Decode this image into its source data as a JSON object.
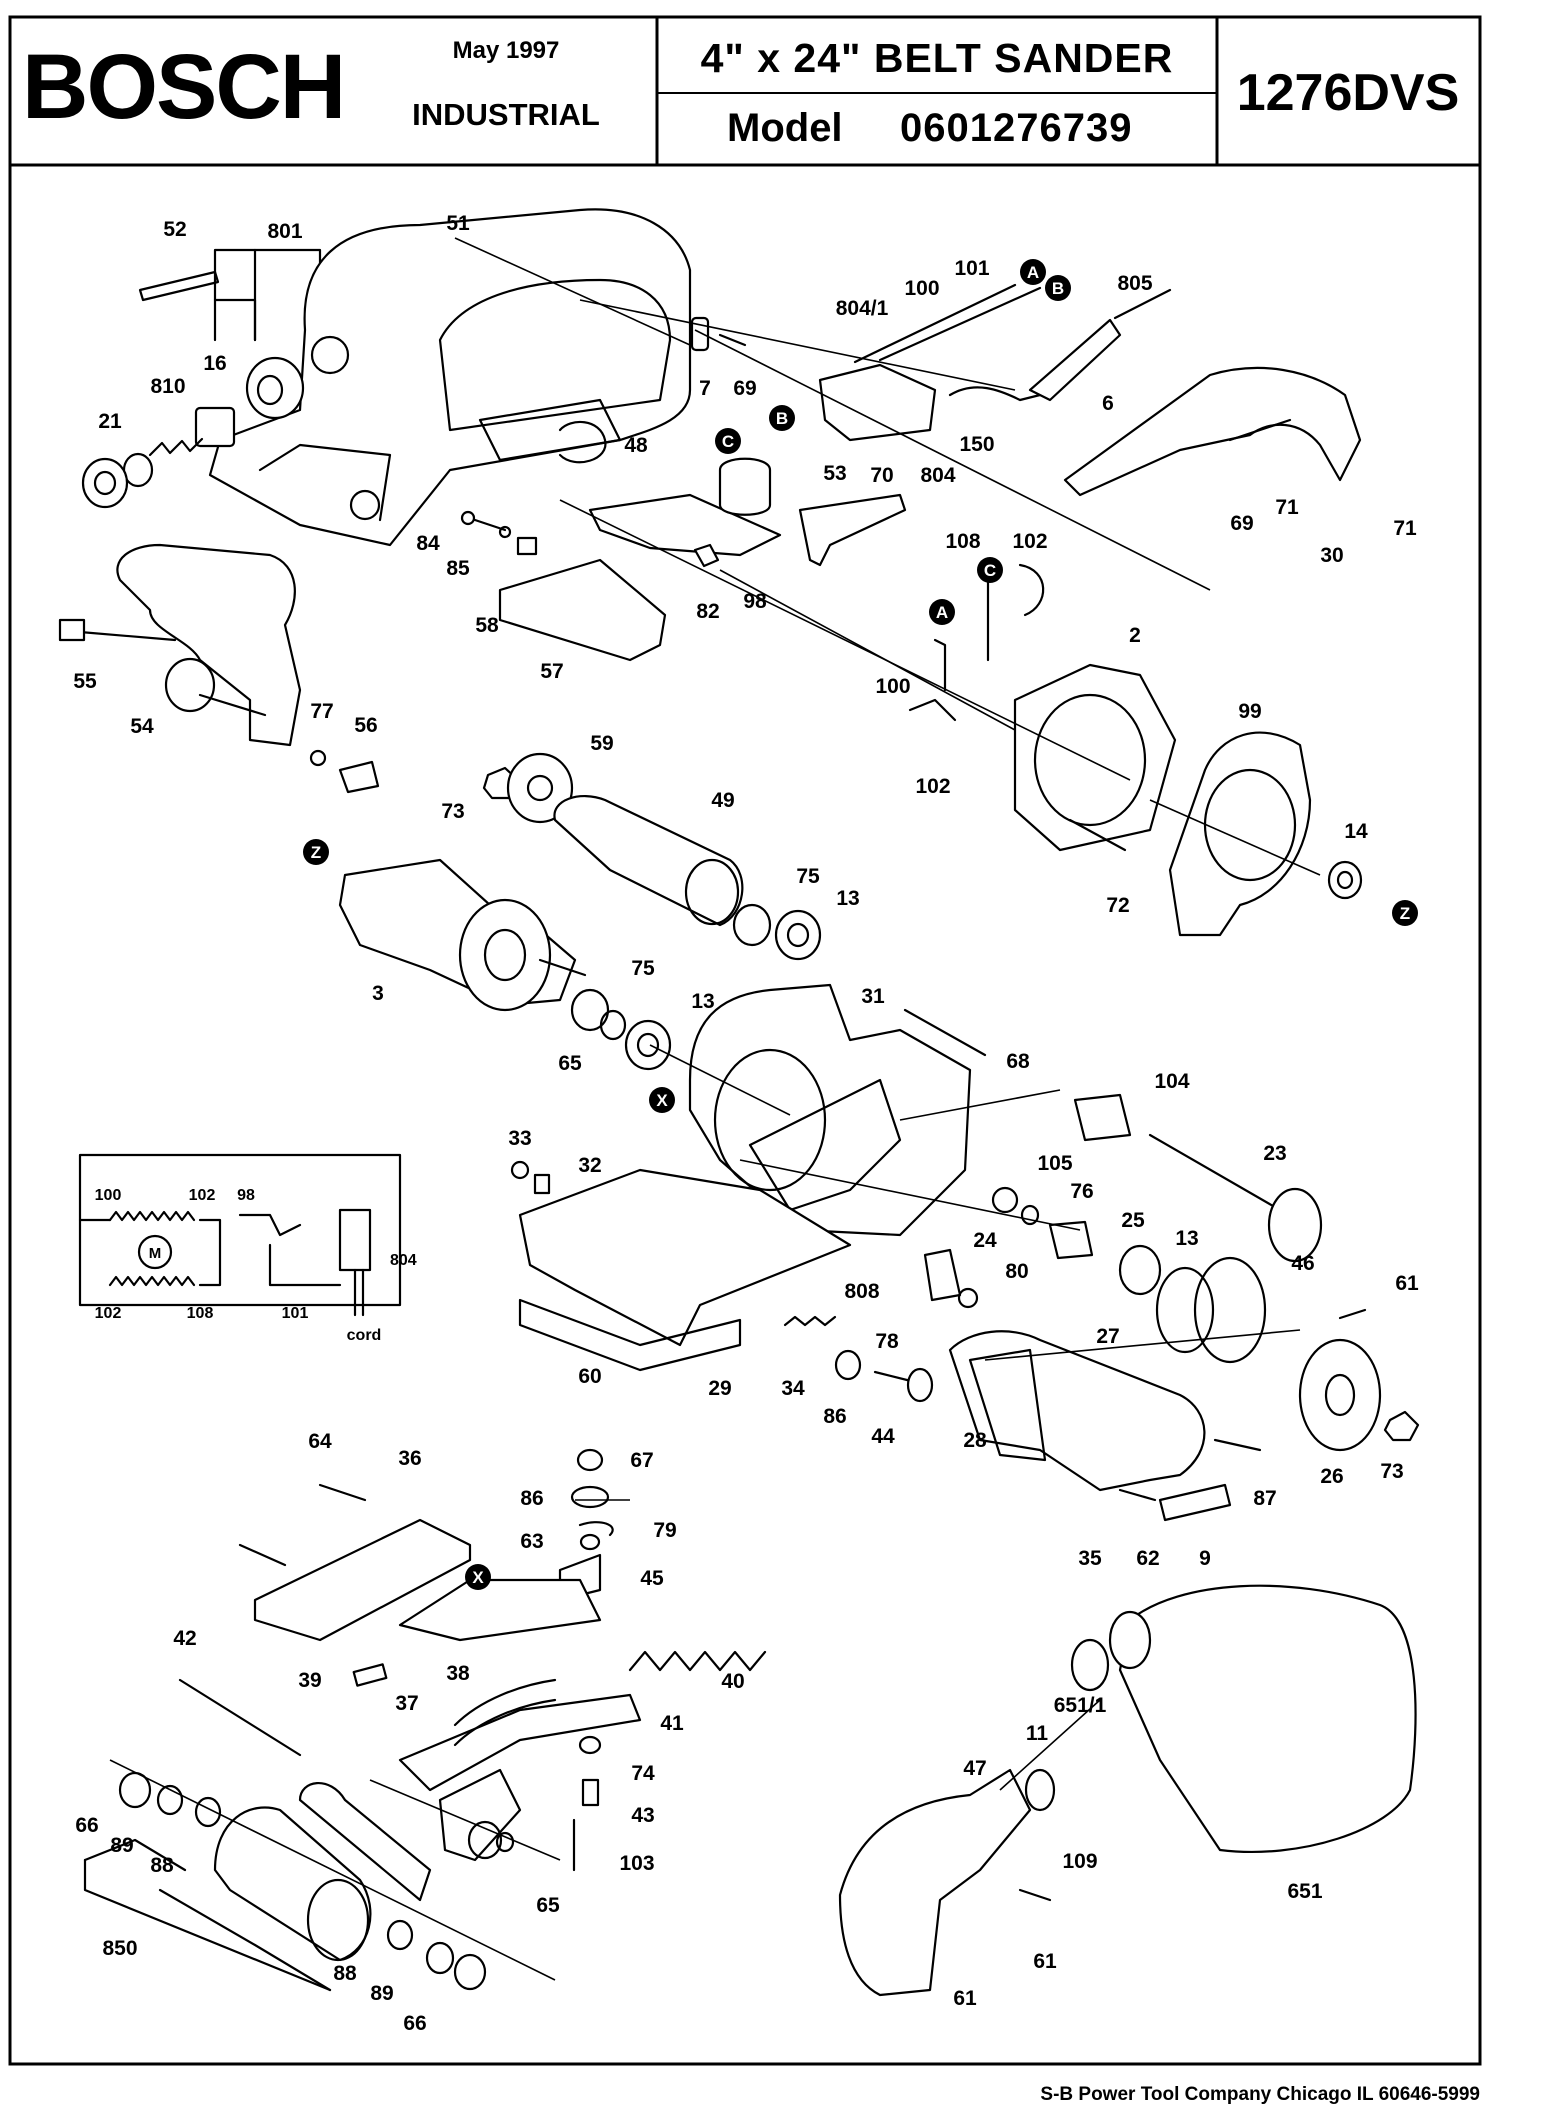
{
  "header": {
    "brand": "BOSCH",
    "date": "May  1997",
    "division": "INDUSTRIAL",
    "product": "4\" x 24\"  BELT  SANDER",
    "model_label": "Model",
    "model_number": "0601276739",
    "model_code": "1276DVS"
  },
  "footer": {
    "company": "S-B Power Tool Company  Chicago IL 60646-5999"
  },
  "callouts": [
    "52",
    "801",
    "51",
    "16",
    "810",
    "21",
    "48",
    "84",
    "85",
    "58",
    "57",
    "82",
    "98",
    "55",
    "54",
    "77",
    "56",
    "7",
    "69",
    "804/1",
    "100",
    "101",
    "805",
    "6",
    "150",
    "70",
    "804",
    "53",
    "69",
    "71",
    "71",
    "30",
    "108",
    "102",
    "2",
    "99",
    "100",
    "102",
    "72",
    "14",
    "59",
    "73",
    "49",
    "75",
    "13",
    "3",
    "75",
    "65",
    "13",
    "31",
    "68",
    "104",
    "33",
    "32",
    "23",
    "105",
    "76",
    "25",
    "13",
    "24",
    "80",
    "808",
    "46",
    "61",
    "27",
    "26",
    "73",
    "60",
    "29",
    "34",
    "78",
    "86",
    "44",
    "28",
    "35",
    "62",
    "9",
    "87",
    "64",
    "36",
    "67",
    "86",
    "79",
    "63",
    "45",
    "42",
    "39",
    "37",
    "38",
    "40",
    "41",
    "74",
    "43",
    "103",
    "66",
    "89",
    "88",
    "850",
    "65",
    "88",
    "89",
    "66",
    "651/1",
    "11",
    "47",
    "109",
    "61",
    "61",
    "651"
  ],
  "reference_markers": [
    "A",
    "B",
    "B",
    "C",
    "C",
    "A",
    "Z",
    "Z",
    "X",
    "X"
  ],
  "schematic": {
    "labels": [
      "100",
      "102",
      "98",
      "102",
      "108",
      "101",
      "804"
    ],
    "motor": "M",
    "cord": "cord"
  }
}
